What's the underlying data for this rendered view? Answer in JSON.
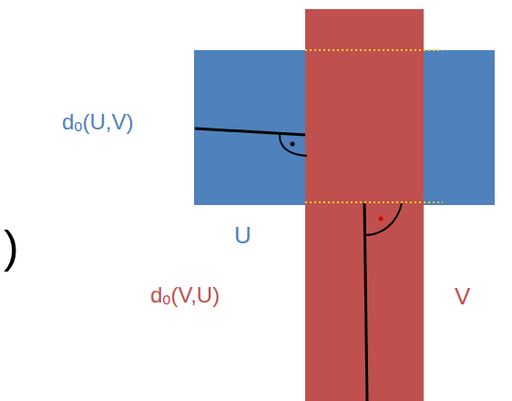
{
  "diagram": {
    "nodes": [
      {
        "text": [
          "U"
        ]
      },
      {
        "text": [
          "V"
        ]
      }
    ],
    "labels": [
      "dₒ(U,V)",
      "dₒ(V,U)",
      ")"
    ]
  }
}
